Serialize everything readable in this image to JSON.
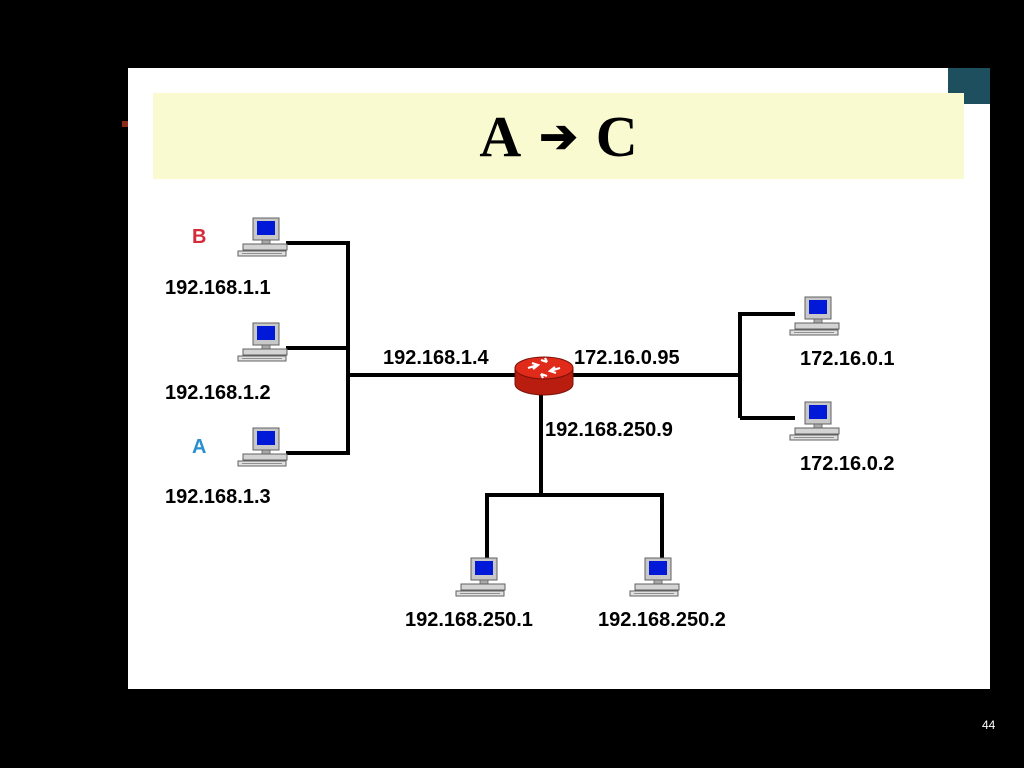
{
  "title": {
    "left": "A",
    "arrow": "➔",
    "right": "C"
  },
  "page_number": "44",
  "router": {
    "left_ip": "192.168.1.4",
    "right_ip": "172.16.0.95",
    "bottom_ip": "192.168.250.9",
    "color": "#e02a1a"
  },
  "hosts": {
    "b": {
      "label": "B",
      "ip": "192.168.1.1"
    },
    "pc2": {
      "ip": "192.168.1.2"
    },
    "a": {
      "label": "A",
      "ip": "192.168.1.3"
    },
    "r1": {
      "ip": "172.16.0.1"
    },
    "r2": {
      "ip": "172.16.0.2"
    },
    "bottom1": {
      "ip": "192.168.250.1"
    },
    "bottom2": {
      "ip": "192.168.250.2"
    }
  },
  "colors": {
    "title_bg": "#fafad0",
    "host_b": "#d42a3a",
    "host_a": "#2a8fd0",
    "accent": "#1d4f5e"
  }
}
